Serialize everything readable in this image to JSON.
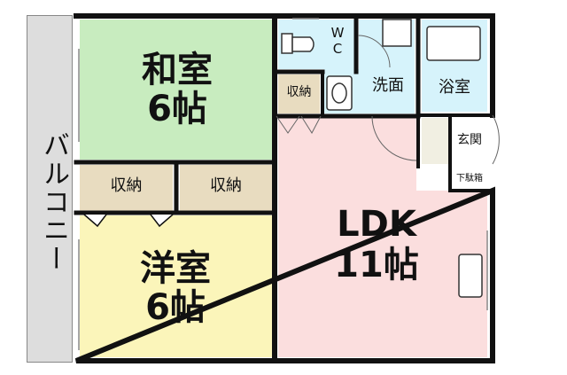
{
  "rooms": {
    "washitsu": {
      "name": "和室",
      "size": "6帖",
      "color": "#c8ecbf"
    },
    "yoshitsu": {
      "name": "洋室",
      "size": "6帖",
      "color": "#fbf5ba"
    },
    "ldk": {
      "name": "LDK",
      "size": "11帖",
      "color": "#fbdede"
    },
    "balcony": {
      "name": "バルコニー",
      "color": "#dddddd"
    },
    "wc": {
      "name": "W\nC",
      "color": "#d6f3fb"
    },
    "senmen": {
      "name": "洗面",
      "color": "#d6f3fb"
    },
    "yokushitsu": {
      "name": "浴室",
      "color": "#d6f3fb"
    },
    "genkan": {
      "name": "玄関",
      "color": "#f1efe2"
    },
    "getabako": {
      "name": "下駄箱"
    },
    "storage_color": "#e8dcc0",
    "storage_labels": [
      "収納",
      "収納",
      "収納"
    ]
  }
}
